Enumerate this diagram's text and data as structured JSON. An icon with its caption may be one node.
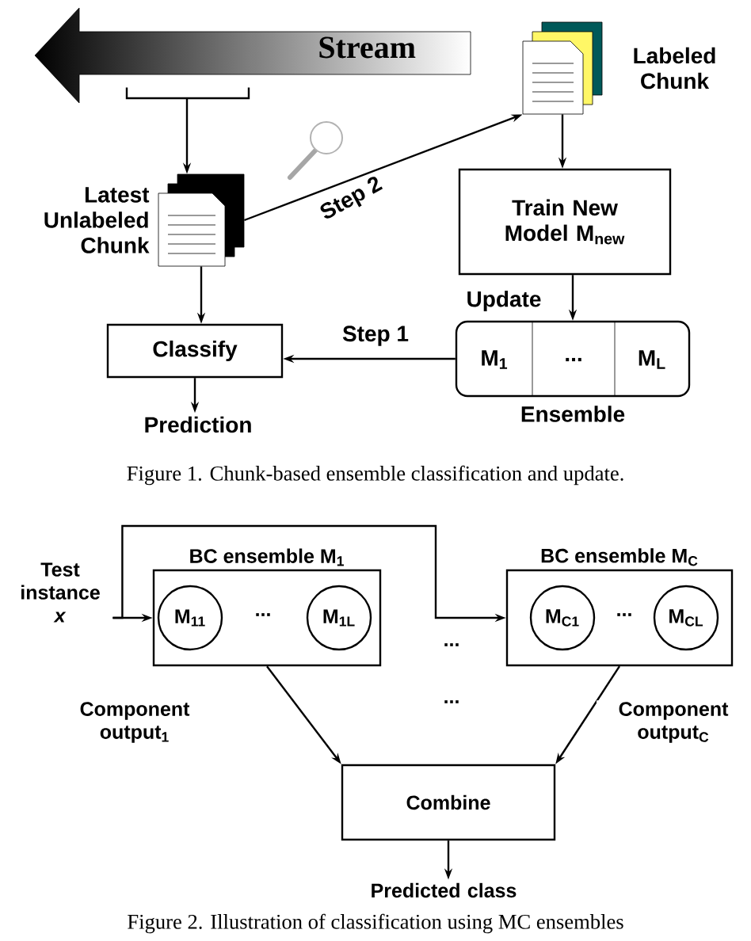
{
  "diagram": {
    "nodes": [
      {
        "text": [
          "Stream"
        ]
      },
      {
        "text": [],
        "shape": "document",
        "beside": [
          "Latest Unlabeled Chunk"
        ]
      },
      {
        "text": [],
        "shape": "document",
        "beside": [
          "Labeled Chunk"
        ]
      },
      {
        "text": [
          "Train New Model M$_{new}$"
        ]
      },
      {
        "text": [],
        "shape": "box",
        "beside": [
          "Ensemble"
        ]
      },
      {
        "text": [
          "M$_{1}$"
        ],
        "in": 4
      },
      {
        "text": [
          "..."
        ],
        "in": 4
      },
      {
        "text": [
          "M$_{L}$"
        ],
        "in": 4
      },
      {
        "text": [
          "Classify"
        ]
      },
      {
        "text": [
          "Prediction"
        ]
      },
      {
        "text": [
          "Test instance *x*"
        ]
      },
      {
        "text": [
          "BC ensemble M$_{1}$"
        ]
      },
      {
        "text": [
          "M$_{11}$"
        ],
        "in": 11
      },
      {
        "text": [
          "M$_{1L}$"
        ],
        "in": 11
      },
      {
        "text": [
          "BC ensemble M$_{C}$"
        ]
      },
      {
        "text": [
          "M$_{C1}$"
        ],
        "in": 14
      },
      {
        "text": [
          "M$_{CL}$"
        ],
        "in": 14
      },
      {
        "text": [
          "Combine"
        ]
      },
      {
        "text": [
          "Predicted class"
        ]
      }
    ],
    "edges": [
      {
        "from": 0,
        "to": 1,
        "arrow": "to"
      },
      {
        "from": 1,
        "to": 2,
        "arrow": "to",
        "label": "Step 2"
      },
      {
        "from": 1,
        "to": 8,
        "arrow": "to"
      },
      {
        "from": 2,
        "to": 3,
        "arrow": "to"
      },
      {
        "from": 3,
        "to": 4,
        "arrow": "to",
        "label": "Update"
      },
      {
        "from": 4,
        "to": 8,
        "arrow": "to",
        "label": "Step 1"
      },
      {
        "from": 8,
        "to": 9,
        "arrow": "to"
      },
      {
        "from": 10,
        "to": 11,
        "arrow": "to"
      },
      {
        "from": 10,
        "to": 14,
        "arrow": "to"
      },
      {
        "from": 11,
        "to": 17,
        "arrow": "to",
        "label": "Component output$_{1}$"
      },
      {
        "from": 14,
        "to": 17,
        "arrow": "to",
        "label": "Component output$_{C}$"
      },
      {
        "from": 17,
        "to": 18,
        "arrow": "to"
      }
    ],
    "labels": [
      "Figure 1. Chunk-based ensemble classification and update.",
      "...",
      "...",
      "...",
      "...",
      "Figure 2. Illustration of classification using MC ensembles"
    ]
  }
}
